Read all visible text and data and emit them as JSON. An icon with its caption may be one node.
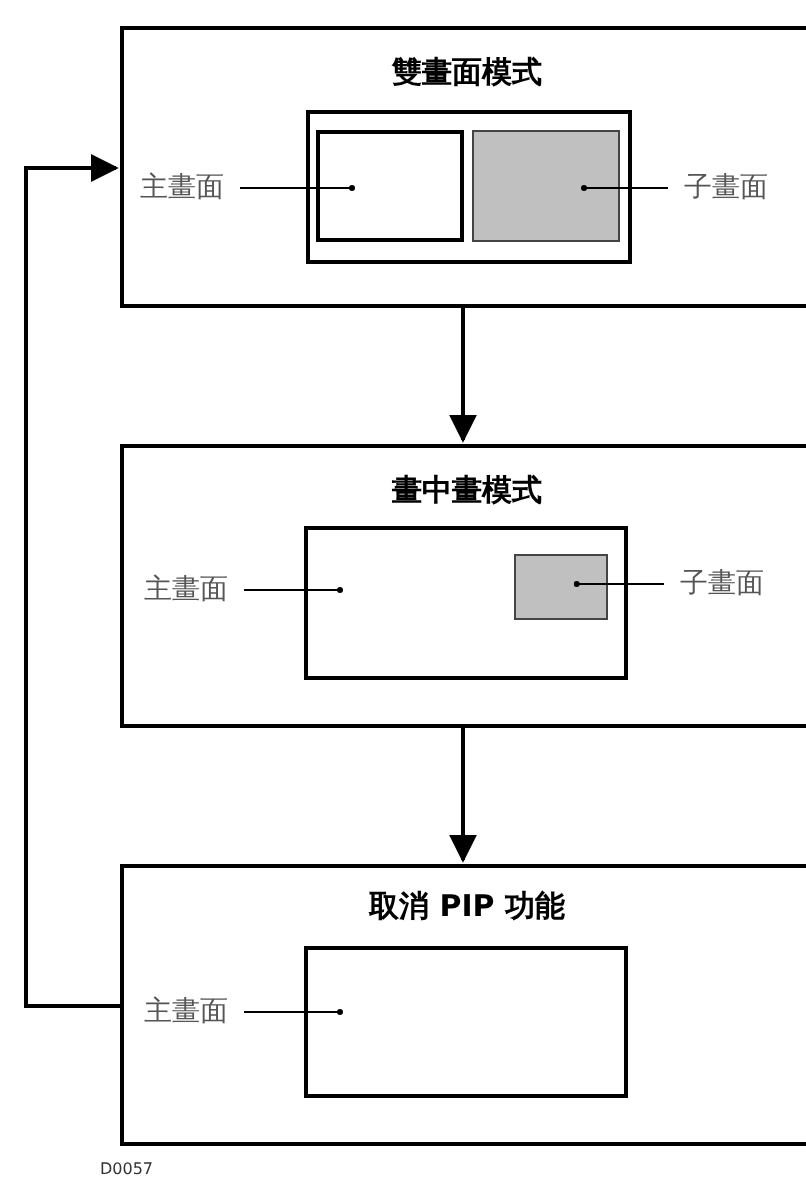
{
  "diagram": {
    "nodes": [
      {
        "text": [
          "雙畫面模式"
        ]
      },
      {
        "text": [],
        "shape": "box",
        "in": 0
      },
      {
        "text": [],
        "shape": "box",
        "in": 1
      },
      {
        "text": [],
        "shape": "box",
        "in": 1
      },
      {
        "text": [
          "主畫面"
        ],
        "in": 0
      },
      {
        "text": [
          "子畫面"
        ],
        "in": 0
      },
      {
        "text": [
          "畫中畫模式"
        ]
      },
      {
        "text": [],
        "shape": "box",
        "in": 6
      },
      {
        "text": [],
        "shape": "box",
        "in": 7
      },
      {
        "text": [
          "主畫面"
        ],
        "in": 6
      },
      {
        "text": [
          "子畫面"
        ],
        "in": 6
      },
      {
        "text": [
          "取消 PIP 功能"
        ]
      },
      {
        "text": [],
        "shape": "box",
        "in": 11
      },
      {
        "text": [
          "主畫面"
        ],
        "in": 11
      }
    ],
    "edges": [
      {
        "from": 0,
        "to": 6,
        "arrow": "to"
      },
      {
        "from": 6,
        "to": 11,
        "arrow": "to"
      },
      {
        "from": 11,
        "to": 0,
        "arrow": "to"
      },
      {
        "from": 4,
        "to": 2,
        "arrow": "other"
      },
      {
        "from": 5,
        "to": 3,
        "arrow": "other"
      },
      {
        "from": 9,
        "to": 7,
        "arrow": "other"
      },
      {
        "from": 10,
        "to": 8,
        "arrow": "other"
      },
      {
        "from": 13,
        "to": 12,
        "arrow": "other"
      }
    ],
    "labels": [
      "D0057"
    ]
  }
}
